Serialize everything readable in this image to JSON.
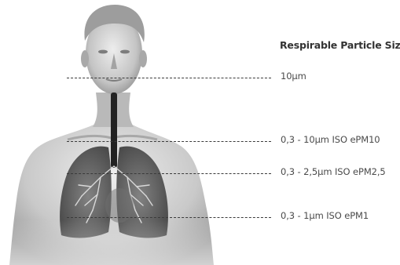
{
  "title": "Respirable Particle Size",
  "levels": [
    {
      "label": "10µm"
    },
    {
      "label": "0,3 - 10µm ISO ePM10"
    },
    {
      "label": "0,3 - 2,5µm ISO ePM2,5"
    },
    {
      "label": "0,3 - 1µm ISO ePM1"
    }
  ],
  "colors": {
    "text": "#4a4a4a",
    "title": "#333333",
    "dash": "#3a3a3a",
    "body_light": "#e6e6e6",
    "body_dark": "#8f8f8f",
    "lungs": "#5a5a5a",
    "trachea": "#222222"
  },
  "icons": {
    "figure": "human-torso-with-lungs"
  }
}
